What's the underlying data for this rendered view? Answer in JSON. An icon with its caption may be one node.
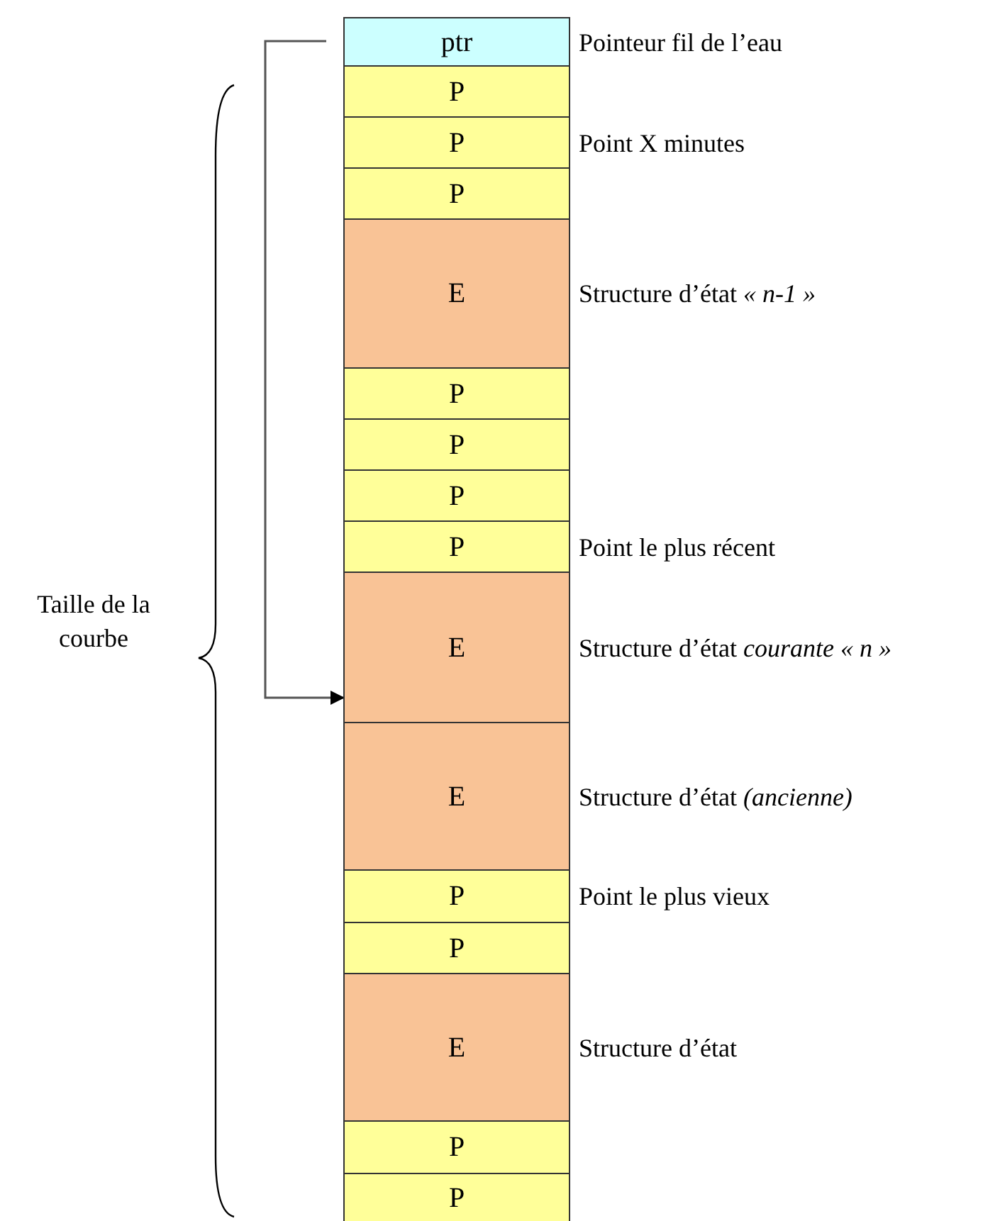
{
  "diagram": {
    "nodes": [
      {
        "text": [
          "ptr"
        ],
        "beside": [
          "Pointeur fil de l’eau"
        ]
      },
      {
        "text": [
          "P"
        ]
      },
      {
        "text": [
          "P"
        ],
        "beside": [
          "Point X minutes"
        ]
      },
      {
        "text": [
          "P"
        ]
      },
      {
        "text": [
          "E"
        ],
        "beside": [
          "Structure d’état *« n-1 »*"
        ]
      },
      {
        "text": [
          "P"
        ]
      },
      {
        "text": [
          "P"
        ]
      },
      {
        "text": [
          "P"
        ]
      },
      {
        "text": [
          "P"
        ],
        "beside": [
          "Point le plus récent"
        ]
      },
      {
        "text": [
          "E"
        ],
        "beside": [
          "Structure d’état *courante « n »*"
        ]
      },
      {
        "text": [
          "E"
        ],
        "beside": [
          "Structure d’état *(ancienne)*"
        ]
      },
      {
        "text": [
          "P"
        ],
        "beside": [
          "Point le plus vieux"
        ]
      },
      {
        "text": [
          "P"
        ]
      },
      {
        "text": [
          "E"
        ],
        "beside": [
          "Structure d’état"
        ]
      },
      {
        "text": [
          "P"
        ]
      },
      {
        "text": [
          "P"
        ]
      }
    ],
    "edges": [
      {
        "from": 0,
        "to": 9,
        "arrow": "to"
      }
    ],
    "labels": [
      "Taille de la courbe"
    ]
  }
}
